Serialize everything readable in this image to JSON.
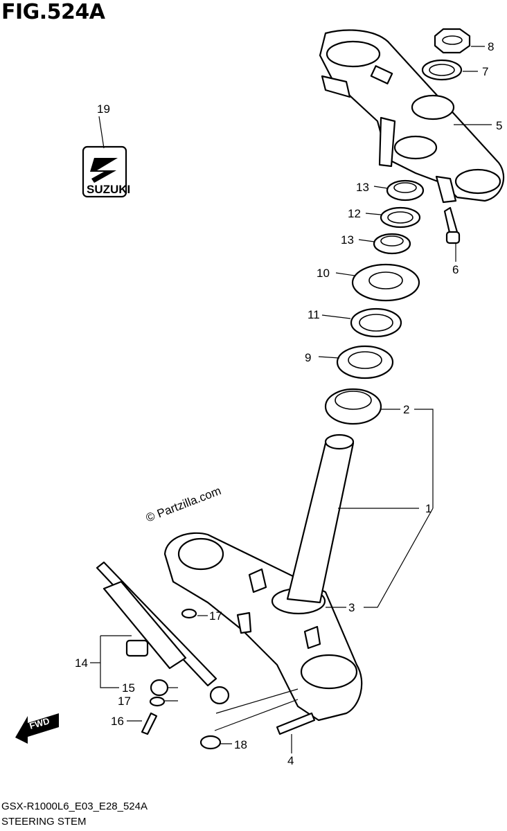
{
  "figure": {
    "title": "FIG.524A",
    "code": "GSX-R1000L6_E03_E28_524A",
    "name": "STEERING STEM",
    "watermark": "© Partzilla.com",
    "badge_text": "SUZUKI",
    "fwd_text": "FWD"
  },
  "callouts": [
    "1",
    "2",
    "3",
    "4",
    "5",
    "6",
    "7",
    "8",
    "9",
    "10",
    "11",
    "12",
    "13",
    "13",
    "14",
    "15",
    "16",
    "17",
    "17",
    "18",
    "19"
  ]
}
